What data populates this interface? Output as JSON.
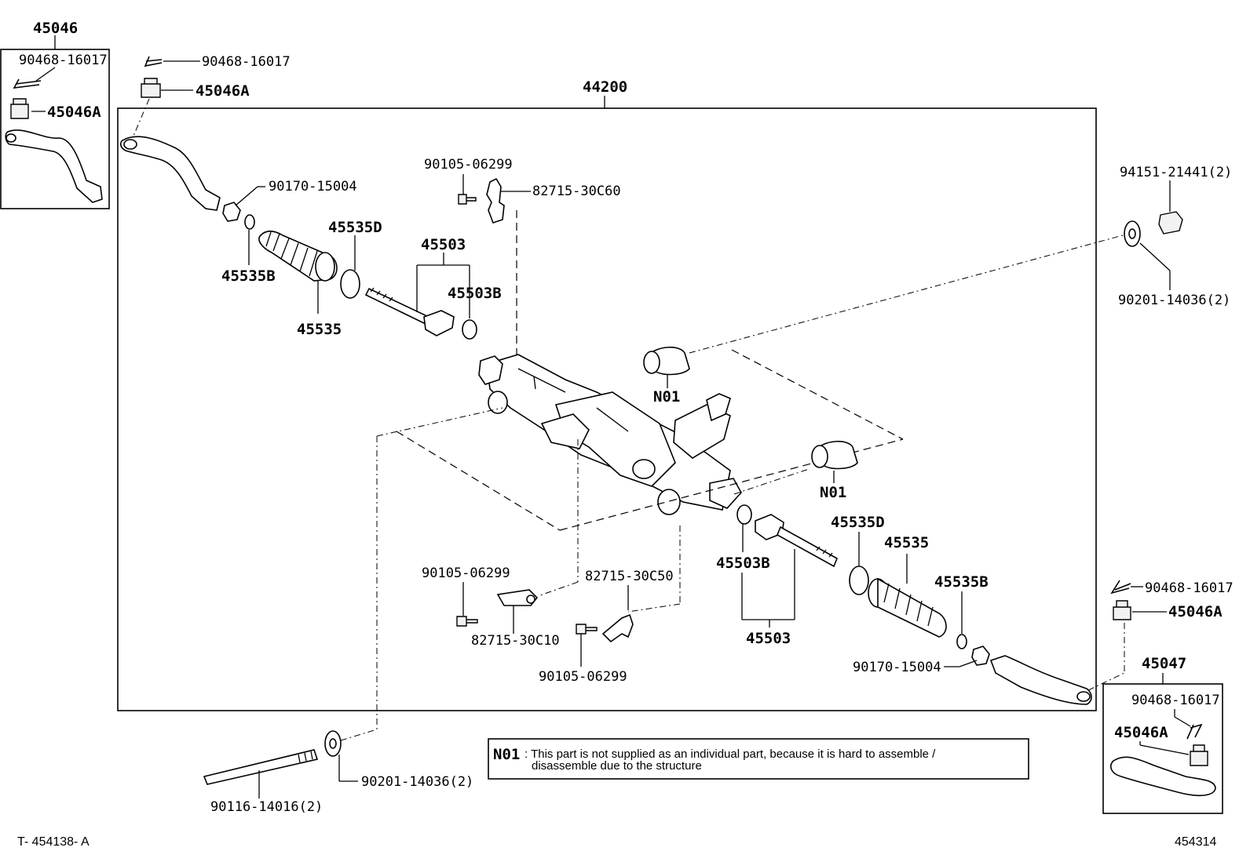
{
  "labels": {
    "assy_44200": "44200",
    "tie_rod_end_left": "45046",
    "tie_rod_end_right": "45047",
    "cotter_pin": "90468-16017",
    "nut_45046a": "45046A",
    "nut_90170": "90170-15004",
    "boot_clip_b": "45535B",
    "boot_45535": "45535",
    "boot_clip_d": "45535D",
    "rack_end_45503": "45503",
    "washer_45503b": "45503B",
    "bolt_90105": "90105-06299",
    "bracket_30c60": "82715-30C60",
    "bracket_30c50": "82715-30C50",
    "bracket_30c10": "82715-30C10",
    "nut_94151": "94151-21441(2)",
    "washer_90201": "90201-14036(2)",
    "bolt_90116": "90116-14016(2)",
    "bushing_n01": "N01"
  },
  "note": {
    "code": "N01",
    "line1": ": This part is not supplied as an individual part, because it is hard to assemble /",
    "line2": "disassemble due to the structure"
  },
  "footer": {
    "left_code": "T- 454138- A",
    "right_code": "454314"
  }
}
